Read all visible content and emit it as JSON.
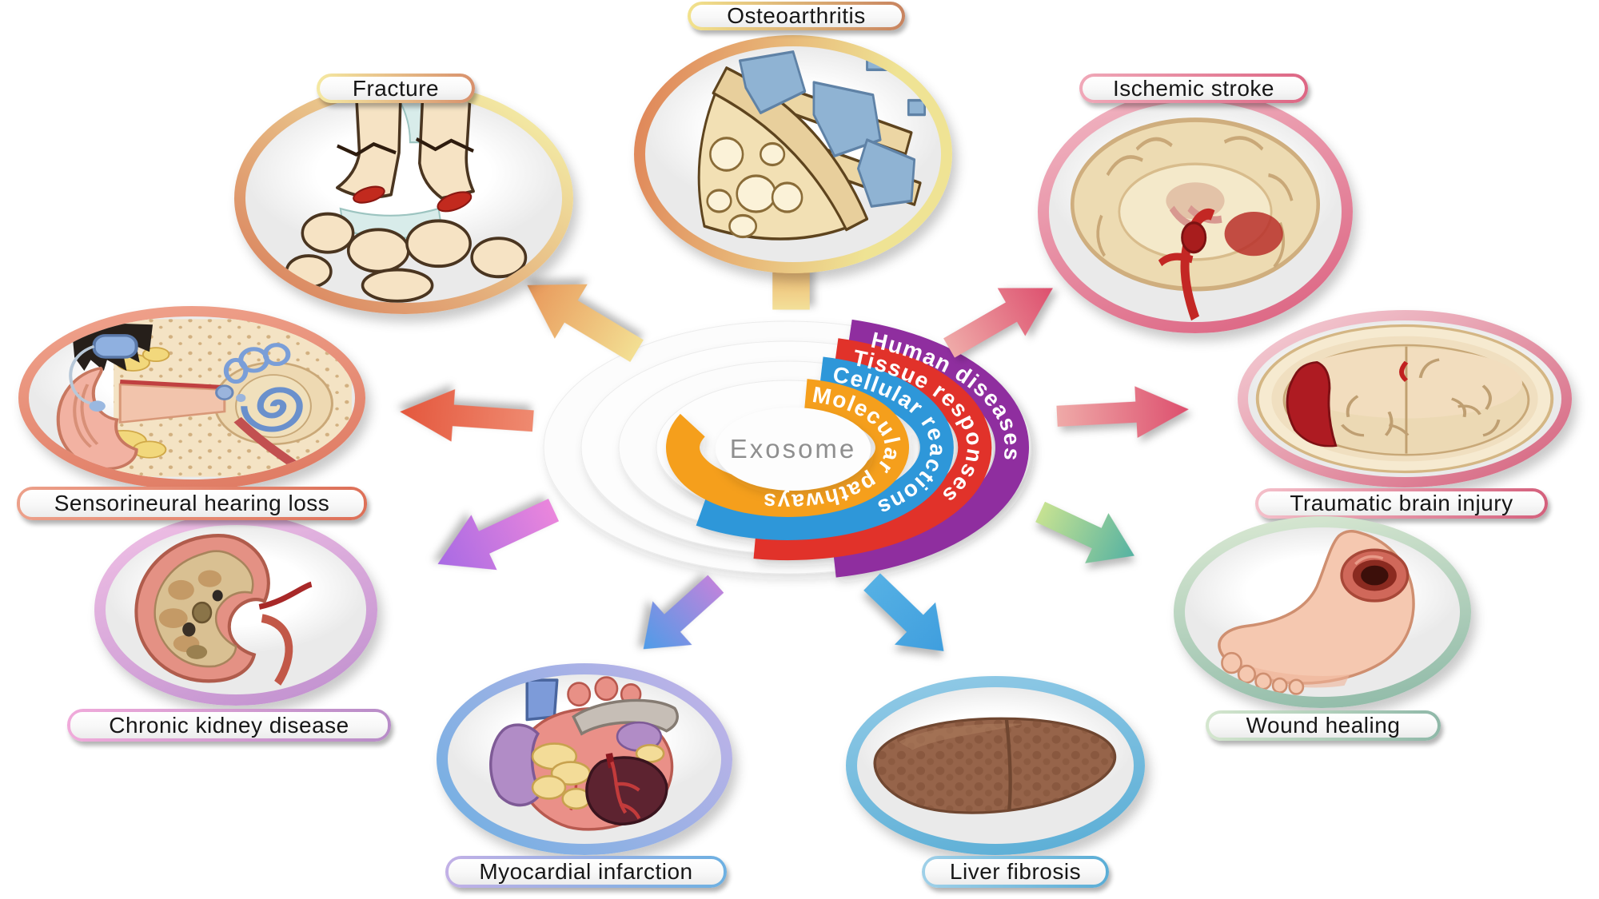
{
  "diagram": {
    "center": {
      "label": "Exosome"
    },
    "rings": {
      "human": {
        "label": "Human diseases",
        "color": "#8F2F9F"
      },
      "tissue": {
        "label": "Tissue responses",
        "color": "#E1312A"
      },
      "cellular": {
        "label": "Cellular reactions",
        "color": "#2E97D9"
      },
      "molecular": {
        "label": "Molecular pathways",
        "color": "#F59F1F"
      }
    },
    "nodes": {
      "osteoarthritis": {
        "label": "Osteoarthritis",
        "ring_gradient": [
          "#E0885A",
          "#EFE394"
        ],
        "arrow_gradient": [
          "#F3E099",
          "#E8944E"
        ]
      },
      "fracture": {
        "label": "Fracture",
        "ring_gradient": [
          "#F2E7A2",
          "#DC8C64"
        ],
        "arrow_gradient": [
          "#F3DF93",
          "#E8975A"
        ]
      },
      "ischemic_stroke": {
        "label": "Ischemic stroke",
        "ring_gradient": [
          "#F2BAC6",
          "#DB5F7E"
        ],
        "arrow_gradient": [
          "#EFAAA8",
          "#DD4F6E"
        ]
      },
      "traumatic_brain_injury": {
        "label": "Traumatic brain injury",
        "ring_gradient": [
          "#F6D4DA",
          "#D4607C"
        ],
        "arrow_gradient": [
          "#EFAAA8",
          "#DD4F6E"
        ]
      },
      "wound_healing": {
        "label": "Wound healing",
        "ring_gradient": [
          "#DCEAD4",
          "#8CB8A6"
        ],
        "arrow_gradient": [
          "#C6E292",
          "#55B2A2"
        ]
      },
      "liver_fibrosis": {
        "label": "Liver fibrosis",
        "ring_gradient": [
          "#93CBE7",
          "#59ADD5"
        ],
        "arrow_gradient": [
          "#55B0E4",
          "#3F9EDE"
        ]
      },
      "myocardial_infarction": {
        "label": "Myocardial infarction",
        "ring_gradient": [
          "#C6B2E8",
          "#6DB0E2"
        ],
        "arrow_gradient": [
          "#BD84DC",
          "#4E9CE8"
        ]
      },
      "chronic_kidney_disease": {
        "label": "Chronic kidney disease",
        "ring_gradient": [
          "#F2C2E6",
          "#BE8ECE"
        ],
        "arrow_gradient": [
          "#EA86DC",
          "#A86AE4"
        ]
      },
      "sensorineural_hearing_loss": {
        "label": "Sensorineural hearing loss",
        "ring_gradient": [
          "#F0A48E",
          "#DE7860"
        ],
        "arrow_gradient": [
          "#EF8A70",
          "#E4573D"
        ]
      }
    }
  }
}
